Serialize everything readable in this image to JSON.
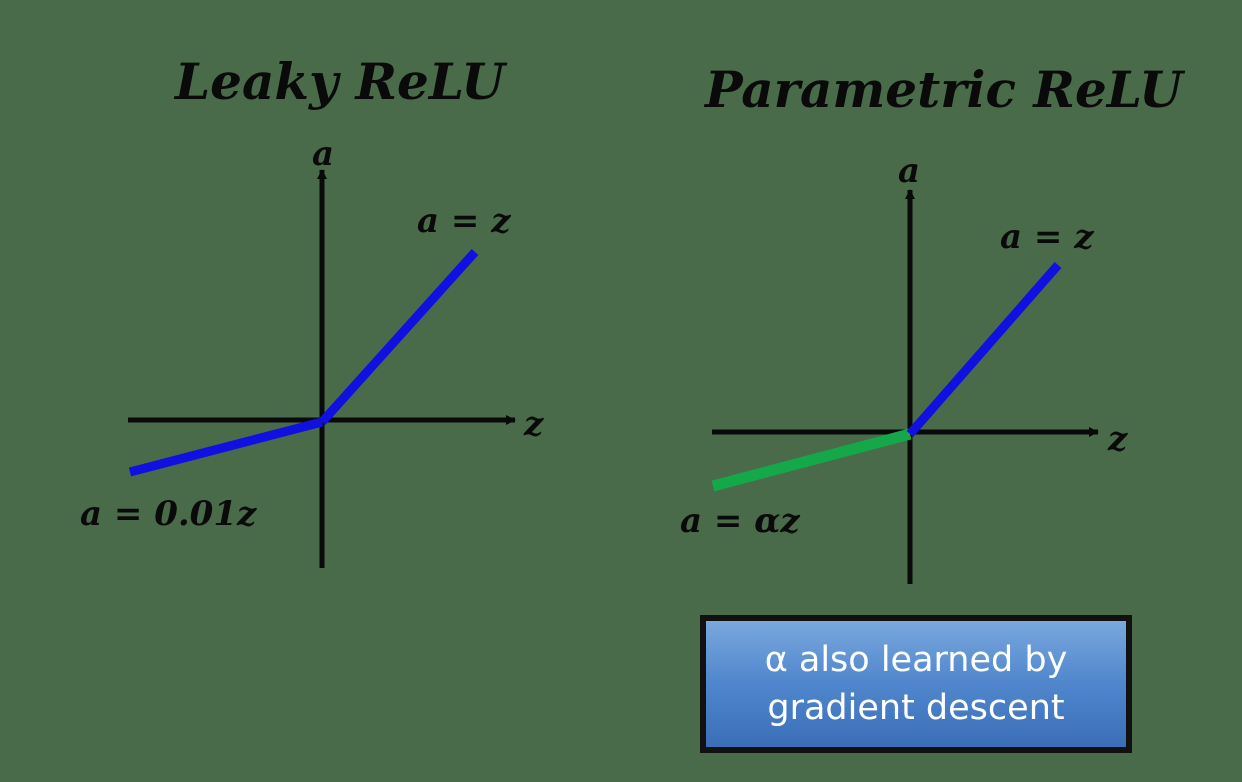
{
  "left_panel": {
    "title": "Leaky ReLU",
    "y_axis_label": "a",
    "x_axis_label": "z",
    "positive_eq": "a = z",
    "negative_eq": "a = 0.01z",
    "line_color": "#1010e0"
  },
  "right_panel": {
    "title": "Parametric ReLU",
    "y_axis_label": "a",
    "x_axis_label": "z",
    "positive_eq": "a = z",
    "negative_eq": "a = αz",
    "line_color": "#1010e0",
    "negative_line_color": "#14a84a"
  },
  "note": {
    "text": "α also learned by gradient descent"
  }
}
